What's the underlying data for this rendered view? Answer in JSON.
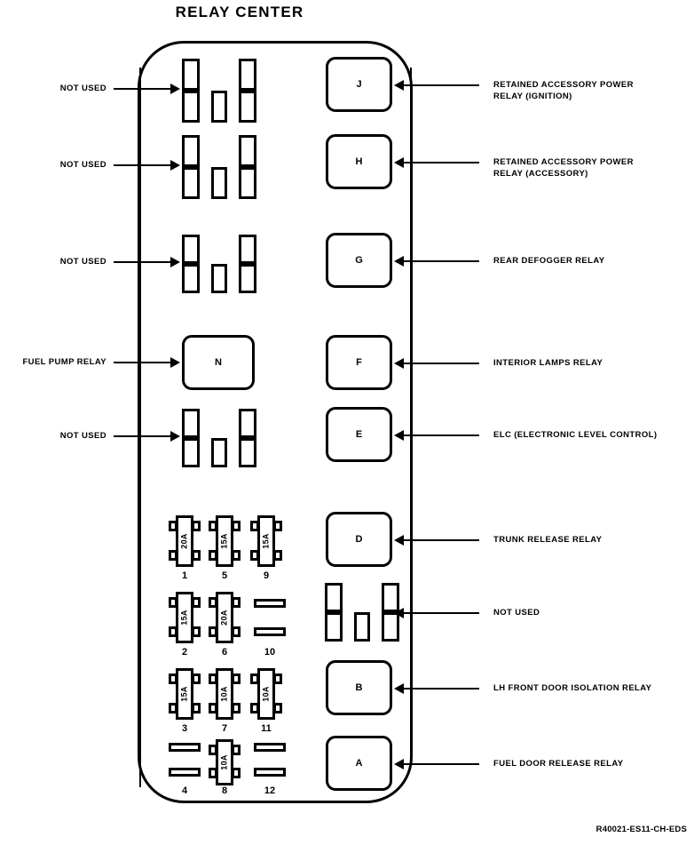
{
  "title": "RELAY CENTER",
  "footer_code": "R40021-ES11-CH-EDS",
  "relays": [
    {
      "id": "J",
      "label": "RETAINED ACCESSORY POWER\nRELAY (IGNITION)"
    },
    {
      "id": "H",
      "label": "RETAINED ACCESSORY POWER\nRELAY (ACCESSORY)"
    },
    {
      "id": "G",
      "label": "REAR DEFOGGER RELAY"
    },
    {
      "id": "F",
      "label": "INTERIOR LAMPS RELAY"
    },
    {
      "id": "E",
      "label": "ELC (ELECTRONIC LEVEL CONTROL)"
    },
    {
      "id": "D",
      "label": "TRUNK RELEASE RELAY"
    },
    {
      "id": "B",
      "label": "LH FRONT DOOR ISOLATION RELAY"
    },
    {
      "id": "A",
      "label": "FUEL DOOR RELEASE RELAY"
    },
    {
      "id": "N",
      "label": "FUEL PUMP RELAY"
    }
  ],
  "left_callouts": [
    {
      "label": "NOT USED"
    },
    {
      "label": "NOT USED"
    },
    {
      "label": "NOT USED"
    },
    {
      "label": "FUEL PUMP RELAY"
    },
    {
      "label": "NOT USED"
    }
  ],
  "right_callouts": [
    {
      "label": "RETAINED ACCESSORY POWER\nRELAY (IGNITION)"
    },
    {
      "label": "RETAINED ACCESSORY POWER\nRELAY (ACCESSORY)"
    },
    {
      "label": "REAR DEFOGGER RELAY"
    },
    {
      "label": "INTERIOR LAMPS RELAY"
    },
    {
      "label": "ELC (ELECTRONIC LEVEL CONTROL)"
    },
    {
      "label": "TRUNK RELEASE RELAY"
    },
    {
      "label": "NOT USED"
    },
    {
      "label": "LH FRONT DOOR ISOLATION RELAY"
    },
    {
      "label": "FUEL DOOR RELEASE RELAY"
    }
  ],
  "fuses": [
    {
      "number": "1",
      "amp": "20A",
      "occupied": true
    },
    {
      "number": "5",
      "amp": "15A",
      "occupied": true
    },
    {
      "number": "9",
      "amp": "15A",
      "occupied": true
    },
    {
      "number": "2",
      "amp": "15A",
      "occupied": true
    },
    {
      "number": "6",
      "amp": "20A",
      "occupied": true
    },
    {
      "number": "10",
      "amp": "",
      "occupied": false
    },
    {
      "number": "3",
      "amp": "15A",
      "occupied": true
    },
    {
      "number": "7",
      "amp": "10A",
      "occupied": true
    },
    {
      "number": "11",
      "amp": "10A",
      "occupied": true
    },
    {
      "number": "4",
      "amp": "",
      "occupied": false
    },
    {
      "number": "8",
      "amp": "10A",
      "occupied": true
    },
    {
      "number": "12",
      "amp": "",
      "occupied": false
    }
  ]
}
